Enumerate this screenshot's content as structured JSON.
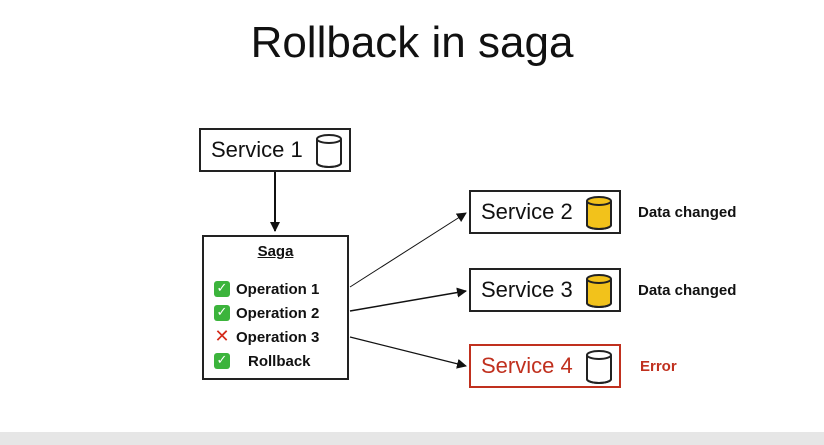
{
  "title": "Rollback in saga",
  "services": {
    "s1": {
      "label": "Service 1",
      "db_icon": "database-cylinder-white"
    },
    "s2": {
      "label": "Service 2",
      "db_icon": "database-cylinder-yellow",
      "status": "Data changed"
    },
    "s3": {
      "label": "Service 3",
      "db_icon": "database-cylinder-yellow",
      "status": "Data changed"
    },
    "s4": {
      "label": "Service 4",
      "db_icon": "database-cylinder-white",
      "status": "Error"
    }
  },
  "saga": {
    "title": "Saga",
    "operations": [
      {
        "label": "Operation 1",
        "state": "success",
        "icon": "check-icon"
      },
      {
        "label": "Operation 2",
        "state": "success",
        "icon": "check-icon"
      },
      {
        "label": "Operation 3",
        "state": "failed",
        "icon": "cross-icon"
      },
      {
        "label": "Rollback",
        "state": "success",
        "icon": "check-icon"
      }
    ]
  },
  "colors": {
    "border": "#222222",
    "error": "#c0301e",
    "db_yellow": "#f2c21b",
    "check_green": "#3cb43c",
    "cross_red": "#d42a1a"
  }
}
